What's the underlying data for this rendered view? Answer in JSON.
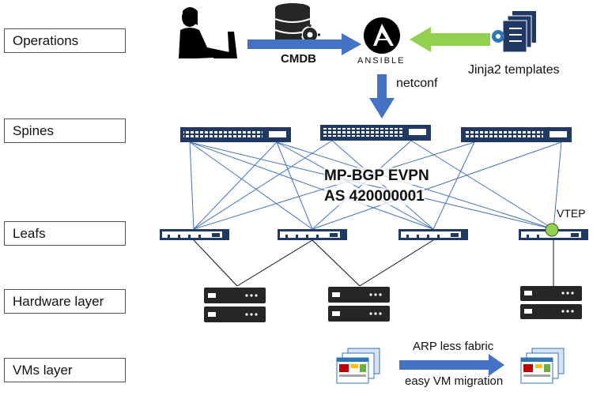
{
  "layers": [
    {
      "name": "Operations"
    },
    {
      "name": "Spines"
    },
    {
      "name": "Leafs"
    },
    {
      "name": "Hardware layer"
    },
    {
      "name": "VMs layer"
    }
  ],
  "labels": {
    "cmdb": "CMDB",
    "ansible": "ANSIBLE",
    "jinja2": "Jinja2 templates",
    "netconf": "netconf",
    "fabric_line1": "MP-BGP EVPN",
    "fabric_line2": "AS 420000001",
    "vtep": "VTEP",
    "arp_less": "ARP less fabric",
    "vm_migration": "easy VM migration"
  },
  "colors": {
    "arrow_blue": "#4472c4",
    "arrow_green": "#92d050",
    "link_blue": "#4472c4",
    "switch_navy": "#1f3864",
    "server_dark": "#262626",
    "vtep_green": "#92d050"
  },
  "icons": [
    "operator-at-laptop-icon",
    "cmdb-database-gear-icon",
    "ansible-logo-icon",
    "jinja2-template-document-icon",
    "vm-window-stack-icon"
  ]
}
